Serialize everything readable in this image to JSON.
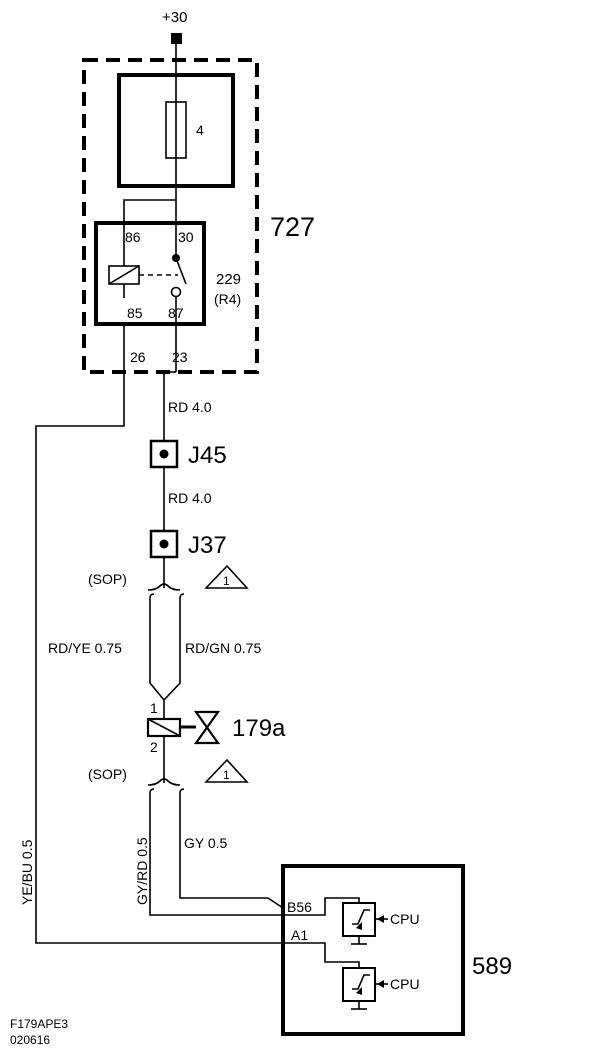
{
  "supply": {
    "label": "+30"
  },
  "fuse": {
    "label": "4"
  },
  "relay_box": {
    "label": "727"
  },
  "relay": {
    "label": "229",
    "sub_label": "(R4)",
    "pins": {
      "p86": "86",
      "p30": "30",
      "p85": "85",
      "p87": "87"
    }
  },
  "box_pins": {
    "left": "26",
    "right": "23"
  },
  "wires": {
    "w1": "RD 4.0",
    "w2": "RD 4.0",
    "left_top": "RD/YE  0.75",
    "right_top": "RD/GN  0.75",
    "bottom_left": "GY/RD 0.5",
    "bottom_right": "GY   0.5",
    "far_left": "YE/BU  0.5"
  },
  "connectors": {
    "c1": "J45",
    "c2": "J37"
  },
  "sop": {
    "s1": "(SOP)",
    "s2": "(SOP)"
  },
  "warnings": {
    "w1": "1",
    "w2": "1"
  },
  "valve": {
    "label": "179a",
    "pin1": "1",
    "pin2": "2"
  },
  "ecu": {
    "label": "589",
    "pin_b56": "B56",
    "pin_a1": "A1",
    "cpu1": "CPU",
    "cpu2": "CPU"
  },
  "footer": {
    "line1": "F179APE3",
    "line2": "020616"
  }
}
